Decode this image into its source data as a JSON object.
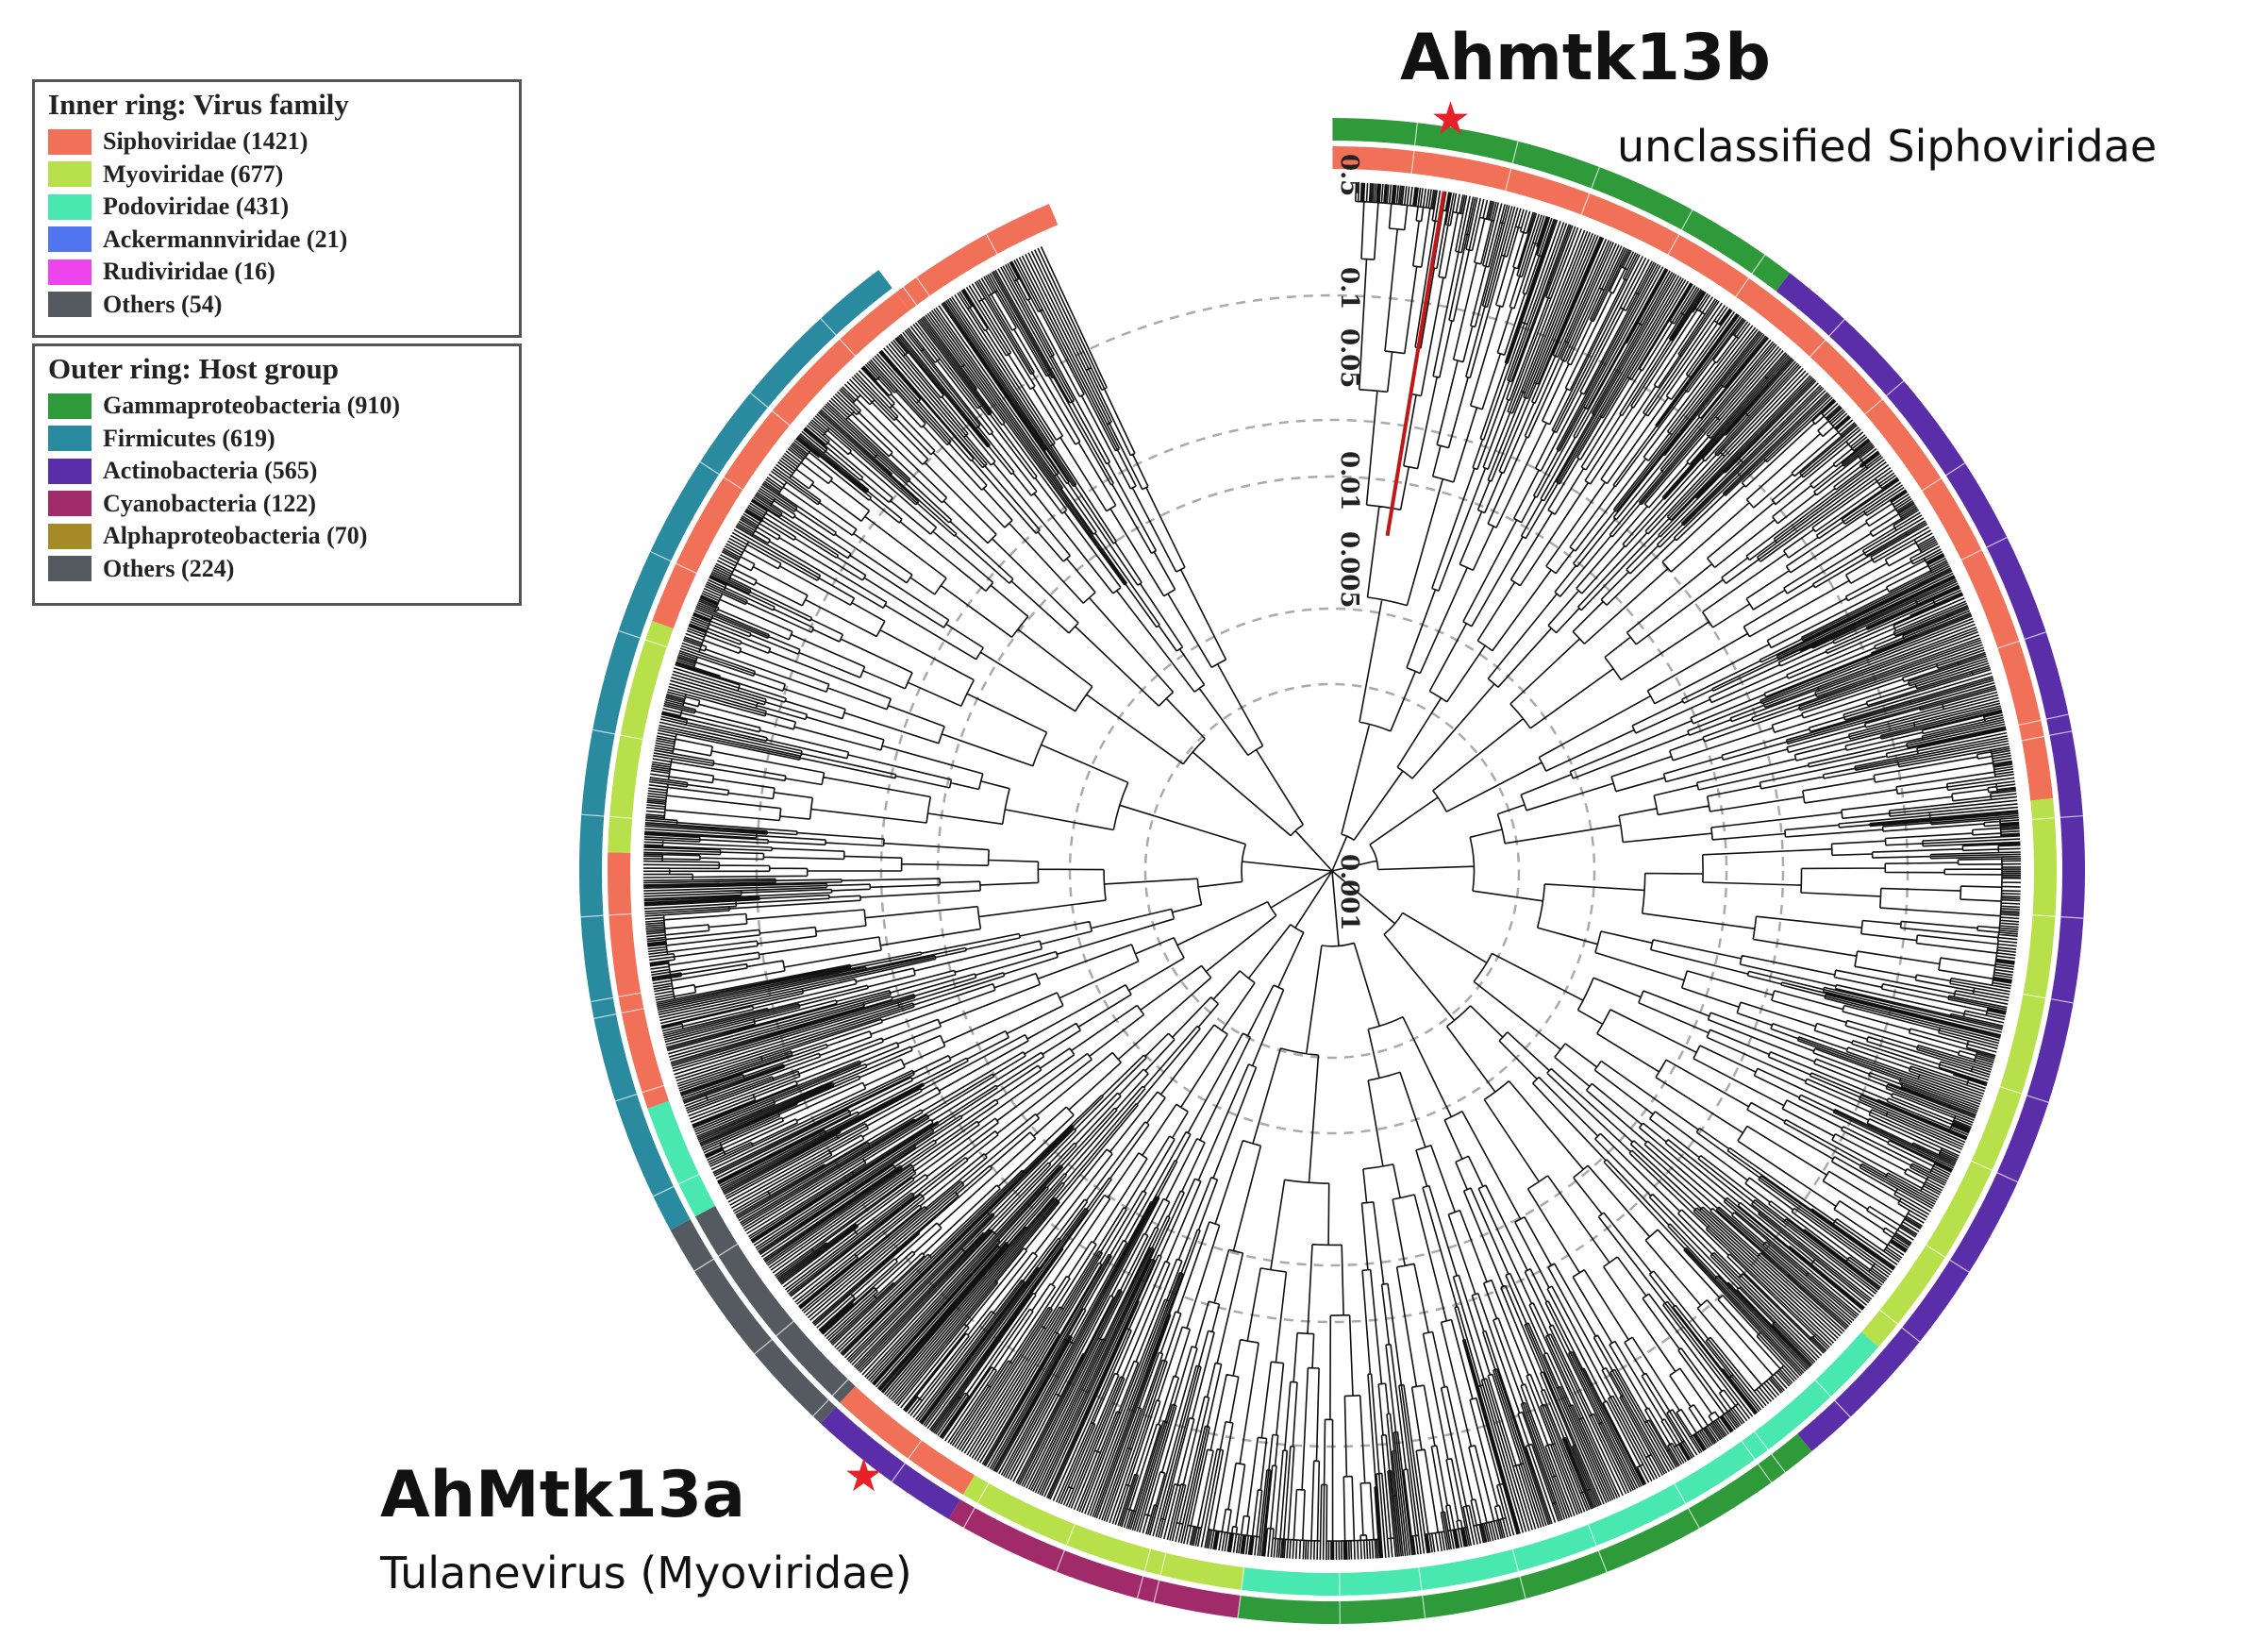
{
  "legend_inner": {
    "title": "Inner ring: Virus family",
    "items": [
      {
        "label": "Siphoviridae (1421)",
        "color": "#f07058"
      },
      {
        "label": "Myoviridae (677)",
        "color": "#b8e04a"
      },
      {
        "label": "Podoviridae (431)",
        "color": "#48e8b0"
      },
      {
        "label": "Ackermannviridae (21)",
        "color": "#4f76f0"
      },
      {
        "label": "Rudiviridae (16)",
        "color": "#ee44ee"
      },
      {
        "label": "Others (54)",
        "color": "#555a60"
      }
    ]
  },
  "legend_outer": {
    "title": "Outer ring: Host group",
    "items": [
      {
        "label": "Gammaproteobacteria (910)",
        "color": "#2e9a3a"
      },
      {
        "label": "Firmicutes (619)",
        "color": "#2a8aa0"
      },
      {
        "label": "Actinobacteria (565)",
        "color": "#5a2ea8"
      },
      {
        "label": "Cyanobacteria (122)",
        "color": "#a02a6a"
      },
      {
        "label": "Alphaproteobacteria (70)",
        "color": "#a68a26"
      },
      {
        "label": "Others (224)",
        "color": "#555a60"
      }
    ]
  },
  "scale_labels": [
    "0.5",
    "0.1",
    "0.05",
    "0.01",
    "0.005",
    "0.001"
  ],
  "callout_top": {
    "name": "Ahmtk13b",
    "subtitle": "unclassified Siphoviridae"
  },
  "callout_bottom": {
    "name": "AhMtk13a",
    "subtitle": "Tulanevirus (Myoviridae)"
  },
  "marker": {
    "symbol": "★",
    "color": "#e8202a"
  },
  "chart_data": {
    "type": "circular phylogenetic tree",
    "scale_values": [
      0.5,
      0.1,
      0.05,
      0.01,
      0.005,
      0.001
    ],
    "inner_ring": [
      {
        "from": 0,
        "to": 90,
        "family": "Siphoviridae"
      },
      {
        "from": 90,
        "to": 140,
        "family": "Myoviridae"
      },
      {
        "from": 140,
        "to": 200,
        "family": "Podoviridae"
      },
      {
        "from": 200,
        "to": 225,
        "family": "Myoviridae"
      },
      {
        "from": 225,
        "to": 238,
        "family": "Siphoviridae"
      },
      {
        "from": 238,
        "to": 258,
        "family": "Others"
      },
      {
        "from": 258,
        "to": 268,
        "family": "Podoviridae"
      },
      {
        "from": 268,
        "to": 290,
        "family": "Siphoviridae"
      },
      {
        "from": 290,
        "to": 310,
        "family": "Myoviridae"
      },
      {
        "from": 310,
        "to": 345,
        "family": "Siphoviridae"
      },
      {
        "from": 345,
        "to": 360,
        "family": "Siphoviridae"
      }
    ],
    "outer_ring": [
      {
        "from": 0,
        "to": 40,
        "host": "Gammaproteobacteria"
      },
      {
        "from": 40,
        "to": 150,
        "host": "Actinobacteria"
      },
      {
        "from": 150,
        "to": 200,
        "host": "Gammaproteobacteria"
      },
      {
        "from": 200,
        "to": 225,
        "host": "Cyanobacteria"
      },
      {
        "from": 225,
        "to": 238,
        "host": "Actinobacteria"
      },
      {
        "from": 238,
        "to": 258,
        "host": "Others"
      },
      {
        "from": 258,
        "to": 345,
        "host": "Firmicutes"
      }
    ],
    "highlighted_leaves": [
      {
        "label": "Ahmtk13b",
        "angle": 10
      },
      {
        "label": "AhMtk13a",
        "angle": 208
      }
    ]
  }
}
